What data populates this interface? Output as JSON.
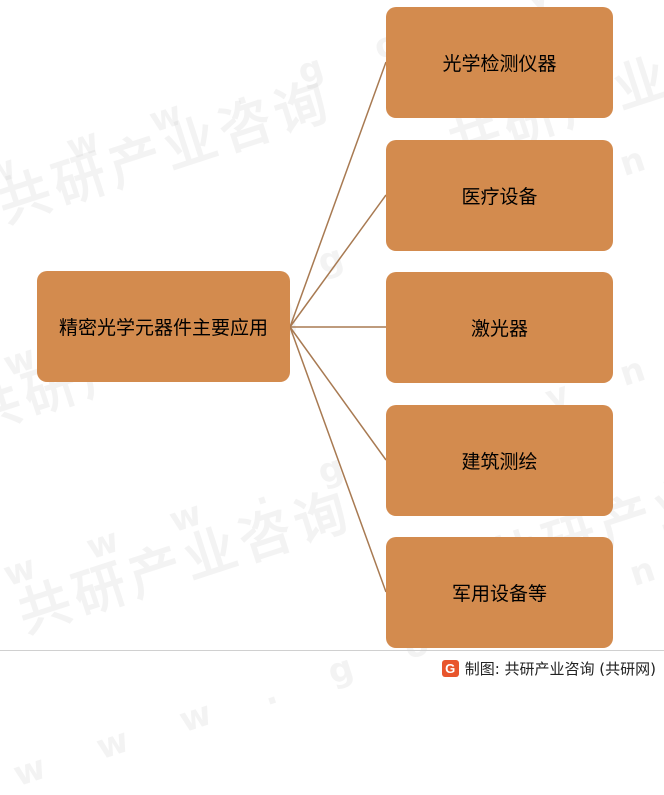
{
  "root": {
    "label": "精密光学元器件主要应用"
  },
  "applications": [
    {
      "label": "光学检测仪器"
    },
    {
      "label": "医疗设备"
    },
    {
      "label": "激光器"
    },
    {
      "label": "建筑测绘"
    },
    {
      "label": "军用设备等"
    }
  ],
  "footer": {
    "logo_letter": "G",
    "source": "制图: 共研产业咨询 (共研网)"
  },
  "watermark": {
    "brand": "共研产业咨询",
    "url": "w w w . g o n y n . c o m"
  },
  "colors": {
    "box_fill": "#d38b4e",
    "connector": "#a87a52"
  }
}
